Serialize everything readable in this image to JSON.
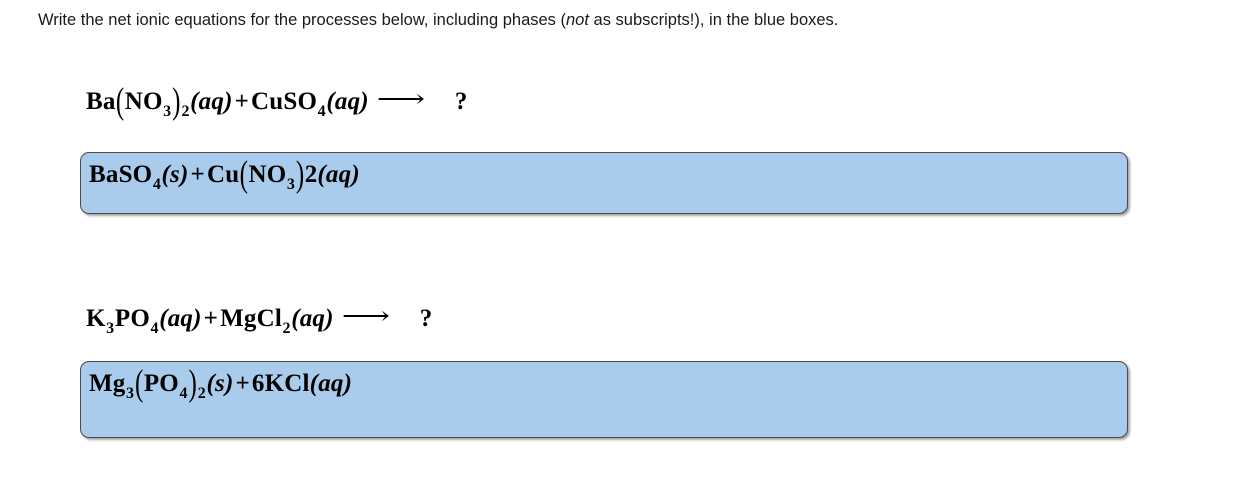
{
  "page": {
    "background_color": "#ffffff",
    "text_color": "#1a1a1a"
  },
  "instruction": {
    "part_1": "Write the net ionic equations for the processes below, including phases (",
    "emphasis": "not",
    "part_2": " as subscripts!), in the blue boxes."
  },
  "problems": [
    {
      "id": "problem-1",
      "prompt": {
        "reactant_1": {
          "formula": "Ba(NO3)2",
          "tokens": [
            "Ba",
            "(",
            "NO",
            "3",
            ")",
            "2"
          ],
          "phase": "(aq)"
        },
        "plus": "+",
        "reactant_2": {
          "formula": "CuSO4",
          "tokens": [
            "CuSO",
            "4"
          ],
          "phase": "(aq)"
        },
        "arrow": "⟶",
        "question": "?"
      },
      "answer": {
        "product_1": {
          "formula": "BaSO4",
          "tokens": [
            "BaSO",
            "4"
          ],
          "phase": "(s)"
        },
        "plus": "+",
        "product_2": {
          "formula": "Cu(NO3)2",
          "tokens": [
            "Cu",
            "(",
            "NO",
            "3",
            ")",
            "2"
          ],
          "phase": "(aq)"
        }
      },
      "box_color": "#aaccec"
    },
    {
      "id": "problem-2",
      "prompt": {
        "reactant_1": {
          "formula": "K3PO4",
          "tokens": [
            "K",
            "3",
            "PO",
            "4"
          ],
          "phase": "(aq)"
        },
        "plus": "+",
        "reactant_2": {
          "formula": "MgCl2",
          "tokens": [
            "MgCl",
            "2"
          ],
          "phase": "(aq)"
        },
        "arrow": "⟶",
        "question": "?"
      },
      "answer": {
        "product_1": {
          "formula": "Mg3(PO4)2",
          "tokens": [
            "Mg",
            "3",
            "(",
            "PO",
            "4",
            ")",
            "2"
          ],
          "phase": "(s)"
        },
        "plus": "+",
        "product_2": {
          "formula": "6KCl",
          "tokens": [
            "6KCl"
          ],
          "phase": "(aq)"
        }
      },
      "box_color": "#aaccec"
    }
  ]
}
